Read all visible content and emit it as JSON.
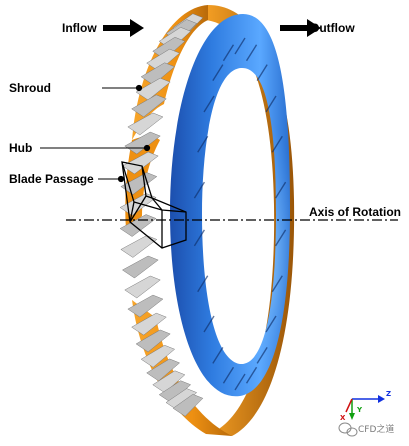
{
  "labels": {
    "inflow": "Inflow",
    "outflow": "Outflow",
    "shroud": "Shroud",
    "hub": "Hub",
    "blade_passage": "Blade Passage",
    "axis_of_rotation": "Axis of Rotation"
  },
  "triad": {
    "x": "X",
    "y": "Y",
    "z": "Z"
  },
  "watermark": "CFD之道",
  "colors": {
    "shroud_orange": "#f39a1c",
    "shroud_dark": "#b86a0a",
    "hub_blue": "#2f7ce0",
    "hub_highlight": "#7fc0ff",
    "blade_grey": "#c9c9c9",
    "blade_dark": "#707070",
    "axis_x": "#d01010",
    "axis_y": "#10a010",
    "axis_z": "#1030e0"
  },
  "icons": {
    "watermark_icon": "wechat-bubble-icon",
    "arrow": "right-arrow-icon"
  }
}
